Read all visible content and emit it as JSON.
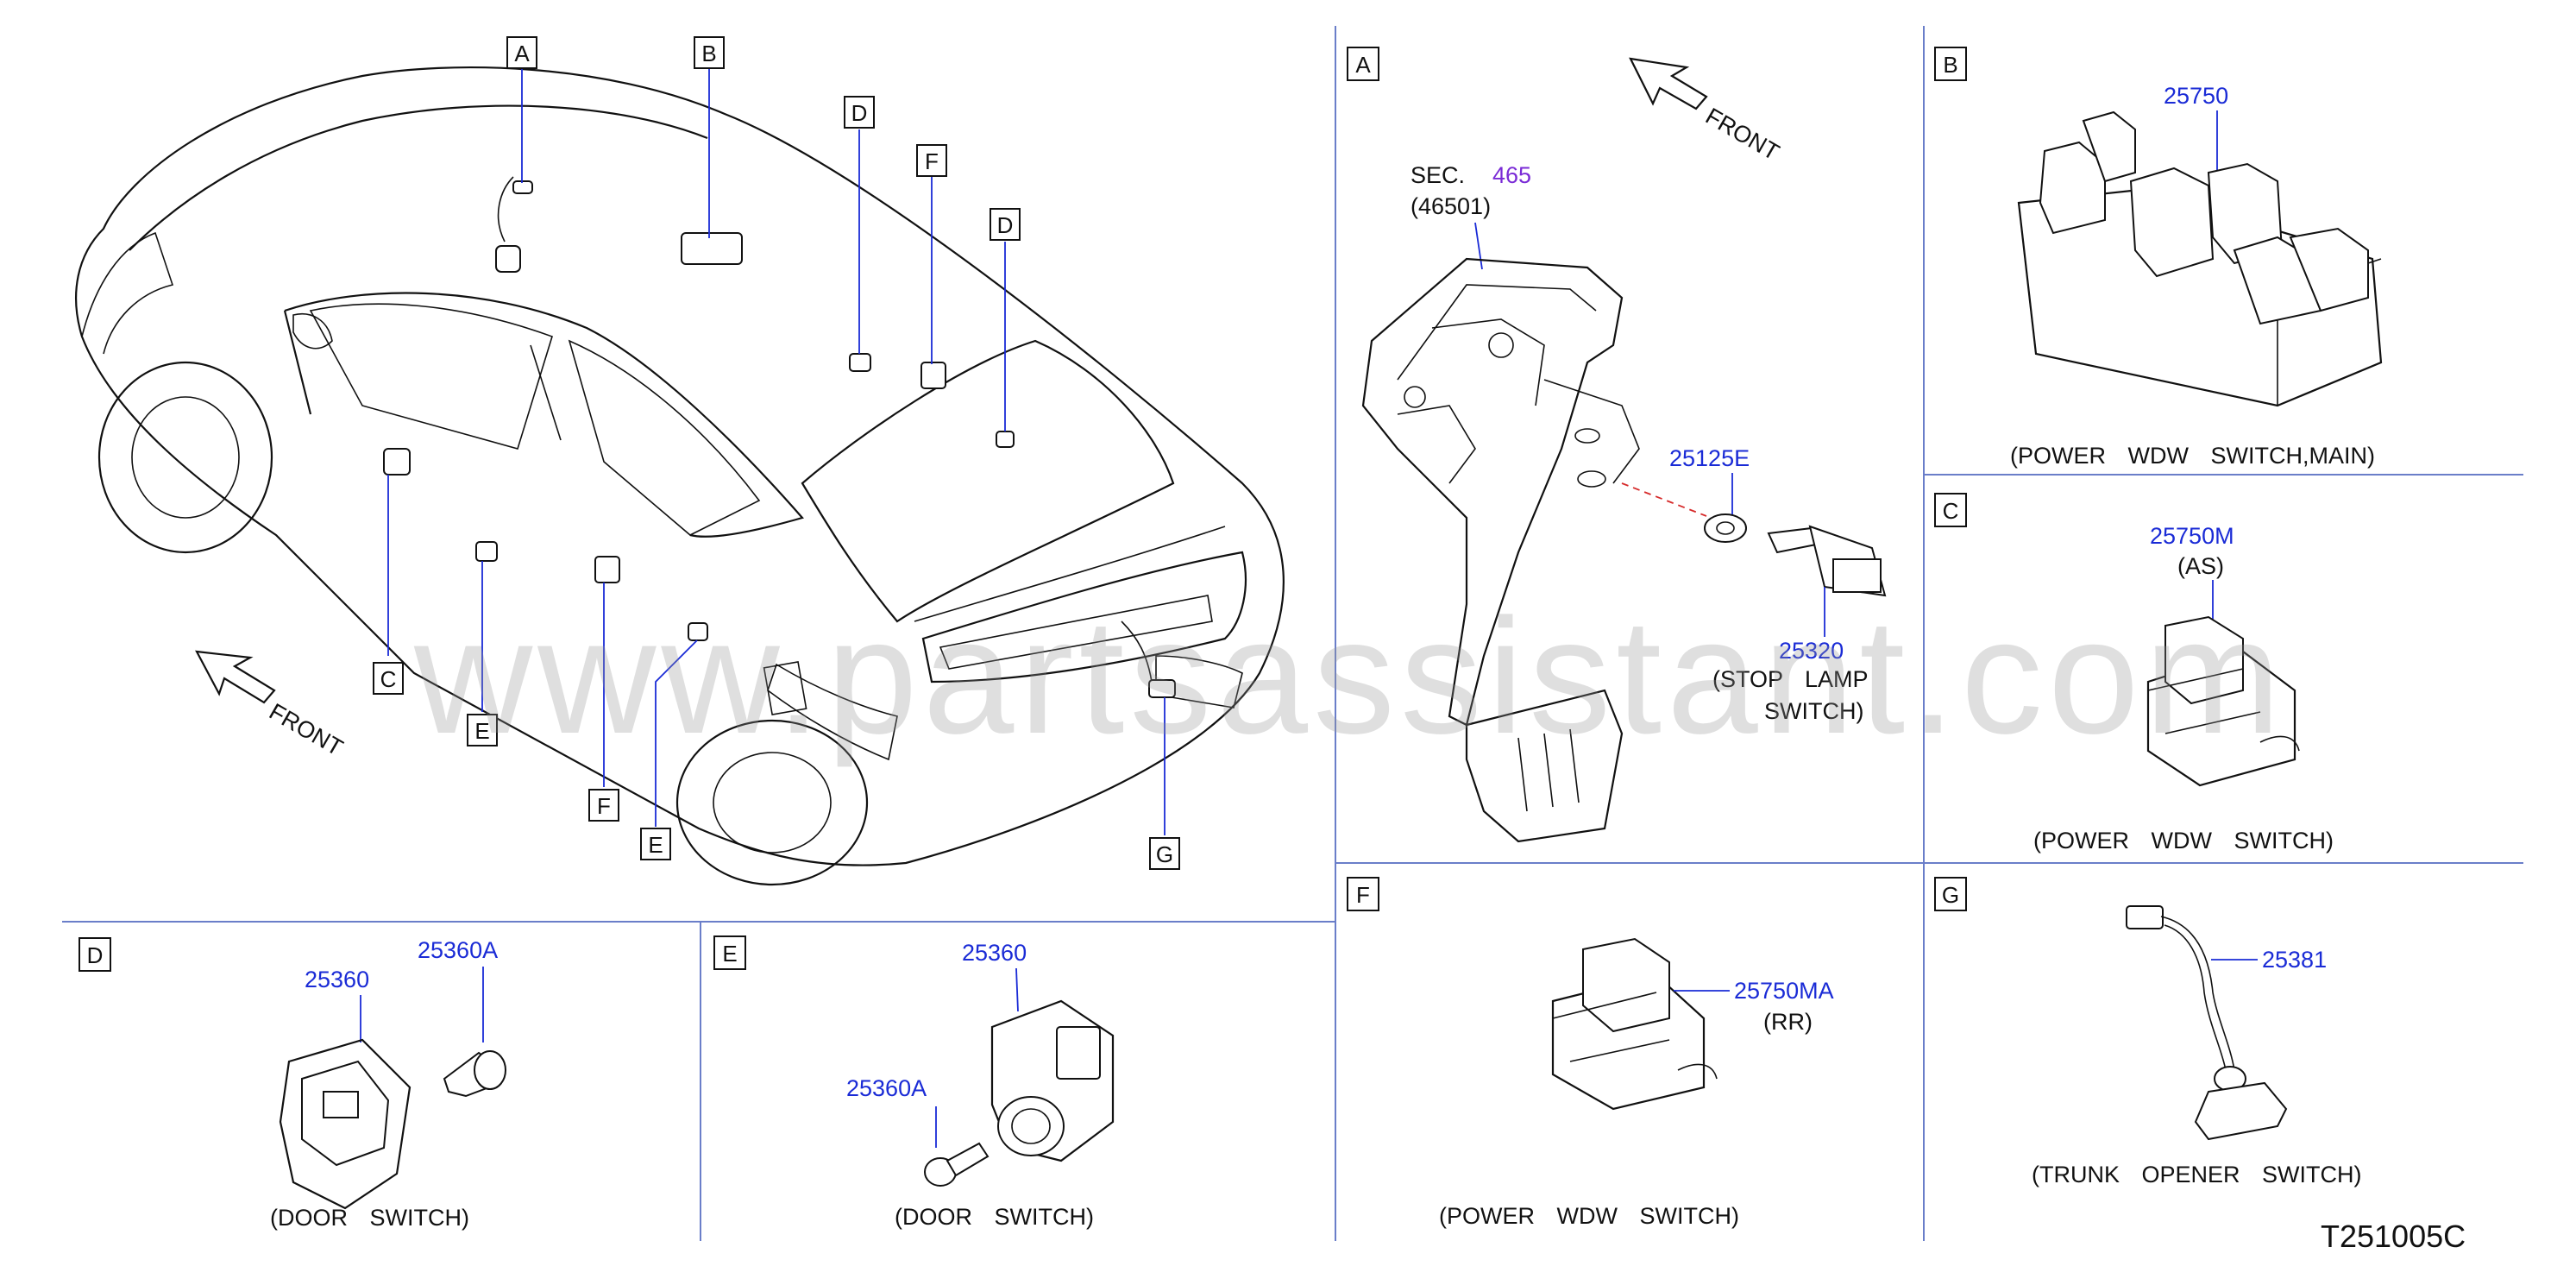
{
  "doc_id": "T251005C",
  "watermark": "www.partsassistant.com",
  "front_label": "FRONT",
  "callout_letters": [
    "A",
    "B",
    "C",
    "D",
    "E",
    "F",
    "G"
  ],
  "panels": {
    "A": {
      "letter": "A",
      "sec_prefix": "SEC.",
      "sec_number": "465",
      "sec_ref": "(46501)",
      "parts": [
        {
          "number": "25125E",
          "caption": ""
        },
        {
          "number": "25320",
          "caption_line1": "(STOP   LAMP",
          "caption_line2": "SWITCH)"
        }
      ]
    },
    "B": {
      "letter": "B",
      "part_number": "25750",
      "caption": "(POWER  WDW  SWITCH,MAIN)"
    },
    "C": {
      "letter": "C",
      "part_number": "25750M",
      "note": "(AS)",
      "caption": "(POWER  WDW  SWITCH)"
    },
    "D": {
      "letter": "D",
      "part_numbers": [
        "25360",
        "25360A"
      ],
      "caption": "(DOOR  SWITCH)"
    },
    "E": {
      "letter": "E",
      "part_numbers": [
        "25360",
        "25360A"
      ],
      "caption": "(DOOR  SWITCH)"
    },
    "F": {
      "letter": "F",
      "part_number": "25750MA",
      "note": "(RR)",
      "caption": "(POWER  WDW  SWITCH)"
    },
    "G": {
      "letter": "G",
      "part_number": "25381",
      "caption": "(TRUNK  OPENER  SWITCH)"
    }
  }
}
